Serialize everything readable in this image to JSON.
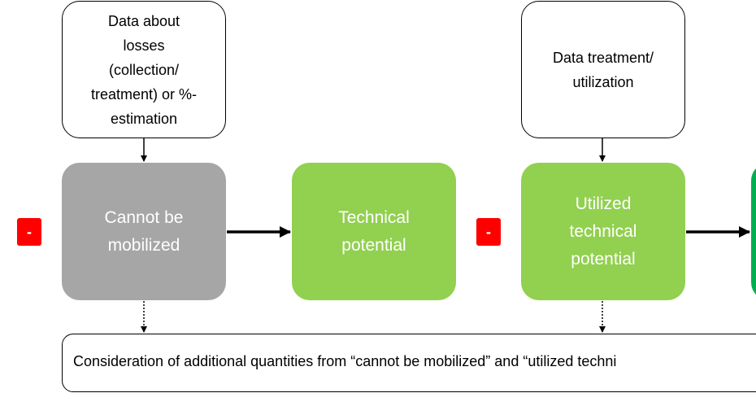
{
  "colors": {
    "gray": "#a6a6a6",
    "green": "#92d050",
    "dark_green": "#00b050",
    "minus_red": "#ff0000",
    "border": "#000000"
  },
  "inputs": {
    "losses": "Data about\nlosses\n(collection/\ntreatment) or %-\nestimation",
    "treatment": "Data treatment/\nutilization"
  },
  "stages": {
    "cannot_mobilize": "Cannot be\nmobilized",
    "technical": "Technical\npotential",
    "utilized": "Utilized\ntechnical\npotential"
  },
  "operators": {
    "minus_1": "-",
    "minus_2": "-"
  },
  "footer": {
    "consideration": "Consideration of additional quantities from “cannot be mobilized” and “utilized techni"
  }
}
